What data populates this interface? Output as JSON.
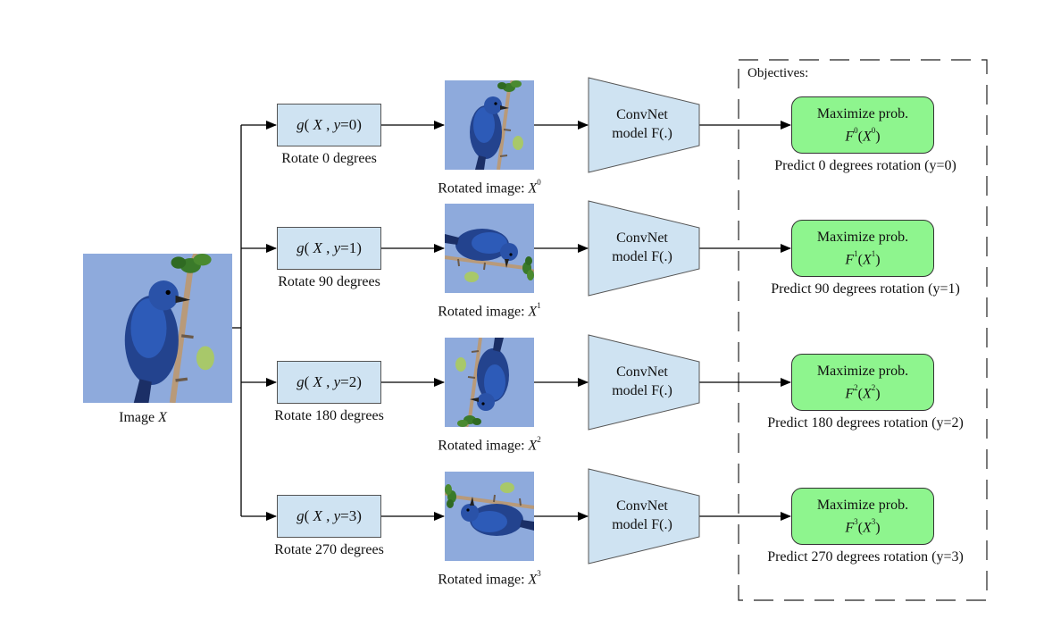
{
  "colors": {
    "sky": "#8eaadc",
    "box_fill": "#cfe3f2",
    "objective_fill": "#8ef58e",
    "line": "#000000"
  },
  "input": {
    "label_text": "Image ",
    "label_var": "X"
  },
  "objectives_title": "Objectives:",
  "rows": [
    {
      "fn_y": "0",
      "rotate_label": "Rotate 0 degrees",
      "rotated_label": "Rotated image: ",
      "rotated_var": "X",
      "rotated_sup": "0",
      "convnet_line1": "ConvNet",
      "convnet_line2": "model F(.)",
      "objective_line1": "Maximize prob.",
      "objective_sup": "0",
      "predict_label": "Predict 0 degrees rotation (y=0)",
      "angle": 0
    },
    {
      "fn_y": "1",
      "rotate_label": "Rotate 90 degrees",
      "rotated_label": "Rotated image: ",
      "rotated_var": "X",
      "rotated_sup": "1",
      "convnet_line1": "ConvNet",
      "convnet_line2": "model F(.)",
      "objective_line1": "Maximize prob.",
      "objective_sup": "1",
      "predict_label": "Predict 90 degrees rotation (y=1)",
      "angle": 90
    },
    {
      "fn_y": "2",
      "rotate_label": "Rotate 180 degrees",
      "rotated_label": "Rotated image: ",
      "rotated_var": "X",
      "rotated_sup": "2",
      "convnet_line1": "ConvNet",
      "convnet_line2": "model F(.)",
      "objective_line1": "Maximize prob.",
      "objective_sup": "2",
      "predict_label": "Predict 180 degrees rotation (y=2)",
      "angle": 180
    },
    {
      "fn_y": "3",
      "rotate_label": "Rotate 270 degrees",
      "rotated_label": "Rotated image: ",
      "rotated_var": "X",
      "rotated_sup": "3",
      "convnet_line1": "ConvNet",
      "convnet_line2": "model F(.)",
      "objective_line1": "Maximize prob.",
      "objective_sup": "3",
      "predict_label": "Predict 270 degrees rotation (y=3)",
      "angle": 270
    }
  ]
}
